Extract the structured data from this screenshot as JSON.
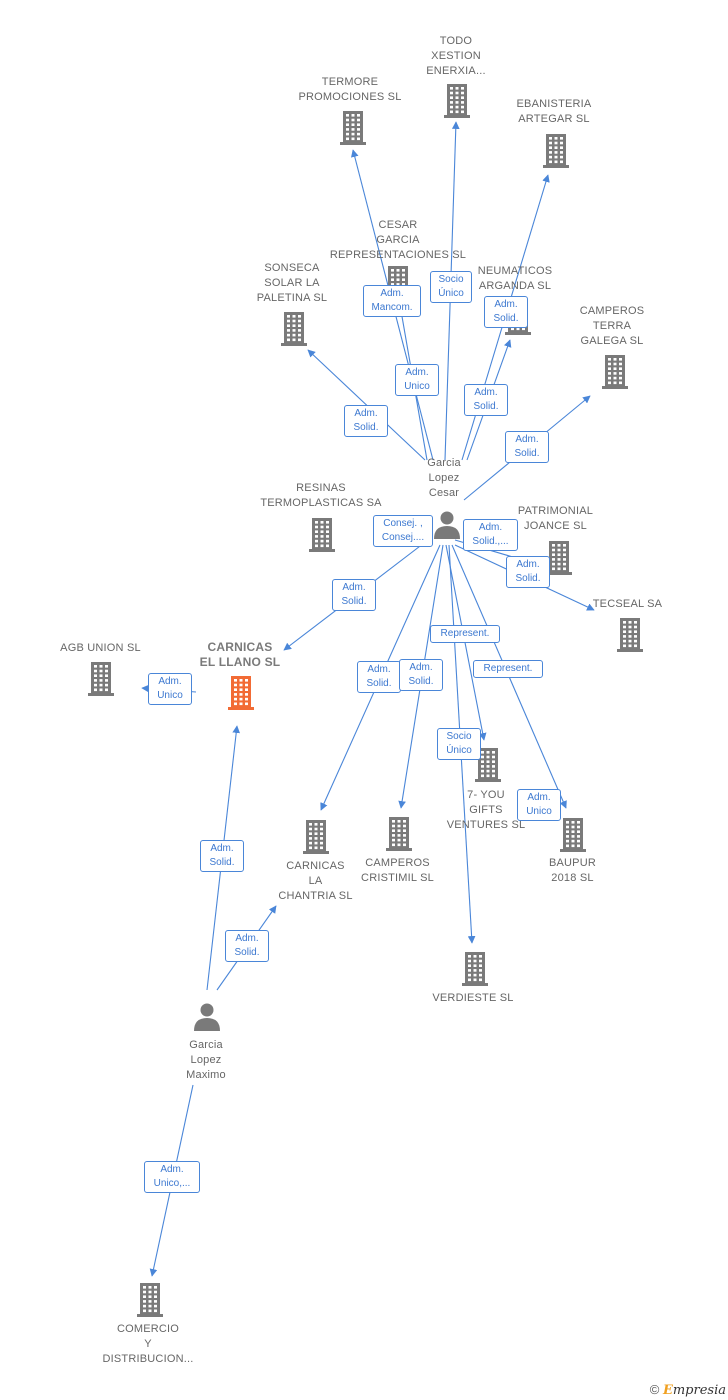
{
  "colors": {
    "edge": "#4a86d8",
    "building": "#7a7a7a",
    "main_building": "#f26b35",
    "person": "#7a7a7a",
    "label": "#666666"
  },
  "nodes": {
    "todo": {
      "label": "TODO\nXESTION\nENERXIA...",
      "icon": "building-icon"
    },
    "termore": {
      "label": "TERMORE\nPROMOCIONES SL",
      "icon": "building-icon"
    },
    "ebanisteria": {
      "label": "EBANISTERIA\nARTEGAR  SL",
      "icon": "building-icon"
    },
    "cesar_garcia": {
      "label": "CESAR\nGARCIA\nREPRESENTACIONES SL",
      "icon": "building-icon"
    },
    "neumaticos": {
      "label": "NEUMATICOS\nARGANDA  SL",
      "icon": "building-icon"
    },
    "sonseca": {
      "label": "SONSECA\nSOLAR LA\nPALETINA SL",
      "icon": "building-icon"
    },
    "camperos_terra": {
      "label": "CAMPEROS\nTERRA\nGALEGA  SL",
      "icon": "building-icon"
    },
    "resinas": {
      "label": "RESINAS\nTERMOPLASTICAS SA",
      "icon": "building-icon"
    },
    "patrimonial": {
      "label": "PATRIMONIAL\nJOANCE  SL",
      "icon": "building-icon"
    },
    "tecseal": {
      "label": "TECSEAL SA",
      "icon": "building-icon"
    },
    "agb": {
      "label": "AGB UNION  SL",
      "icon": "building-icon"
    },
    "carnicas_llano": {
      "label": "CARNICAS\nEL LLANO  SL",
      "icon": "building-icon"
    },
    "carnicas_chantria": {
      "label": "CARNICAS\nLA\nCHANTRIA  SL",
      "icon": "building-icon"
    },
    "camperos_cristimil": {
      "label": "CAMPEROS\nCRISTIMIL  SL",
      "icon": "building-icon"
    },
    "seven_you": {
      "label": "7- YOU\nGIFTS\nVENTURES  SL",
      "icon": "building-icon"
    },
    "baupur": {
      "label": "BAUPUR\n2018  SL",
      "icon": "building-icon"
    },
    "verdieste": {
      "label": "VERDIESTE SL",
      "icon": "building-icon"
    },
    "comercio": {
      "label": "COMERCIO\nY\nDISTRIBUCION...",
      "icon": "building-icon"
    },
    "garcia_cesar": {
      "label": "Garcia\nLopez\nCesar",
      "icon": "person-icon"
    },
    "garcia_maximo": {
      "label": "Garcia\nLopez\nMaximo",
      "icon": "person-icon"
    }
  },
  "edges": [
    {
      "id": "e_todo",
      "label": "Socio\nÚnico"
    },
    {
      "id": "e_termore",
      "label": "Adm.\nUnico"
    },
    {
      "id": "e_cesar_garcia",
      "label": "Adm.\nMancom."
    },
    {
      "id": "e_ebanisteria",
      "label": "Adm.\nSolid."
    },
    {
      "id": "e_neumaticos",
      "label": "Adm.\nSolid."
    },
    {
      "id": "e_sonseca",
      "label": "Adm.\nSolid."
    },
    {
      "id": "e_camperos_terra",
      "label": "Adm.\nSolid."
    },
    {
      "id": "e_resinas",
      "label": "Consej. ,\nConsej...."
    },
    {
      "id": "e_patrimonial",
      "label": "Adm.\nSolid.,..."
    },
    {
      "id": "e_tecseal",
      "label": "Adm.\nSolid."
    },
    {
      "id": "e_carnicas_llano_c",
      "label": "Adm.\nSolid."
    },
    {
      "id": "e_agb",
      "label": "Adm.\nUnico"
    },
    {
      "id": "e_chantria_c",
      "label": "Adm.\nSolid."
    },
    {
      "id": "e_cristimil",
      "label": "Adm.\nSolid."
    },
    {
      "id": "e_seven_rep",
      "label": "Represent."
    },
    {
      "id": "e_baupur_rep",
      "label": "Represent."
    },
    {
      "id": "e_verdieste",
      "label": "Socio\nÚnico"
    },
    {
      "id": "e_baupur",
      "label": "Adm.\nUnico"
    },
    {
      "id": "e_llano_m",
      "label": "Adm.\nSolid."
    },
    {
      "id": "e_chantria_m",
      "label": "Adm.\nSolid."
    },
    {
      "id": "e_comercio",
      "label": "Adm.\nUnico,..."
    }
  ],
  "footer": {
    "copyright": "©",
    "brand_initial": "E",
    "brand_rest": "mpresia"
  }
}
